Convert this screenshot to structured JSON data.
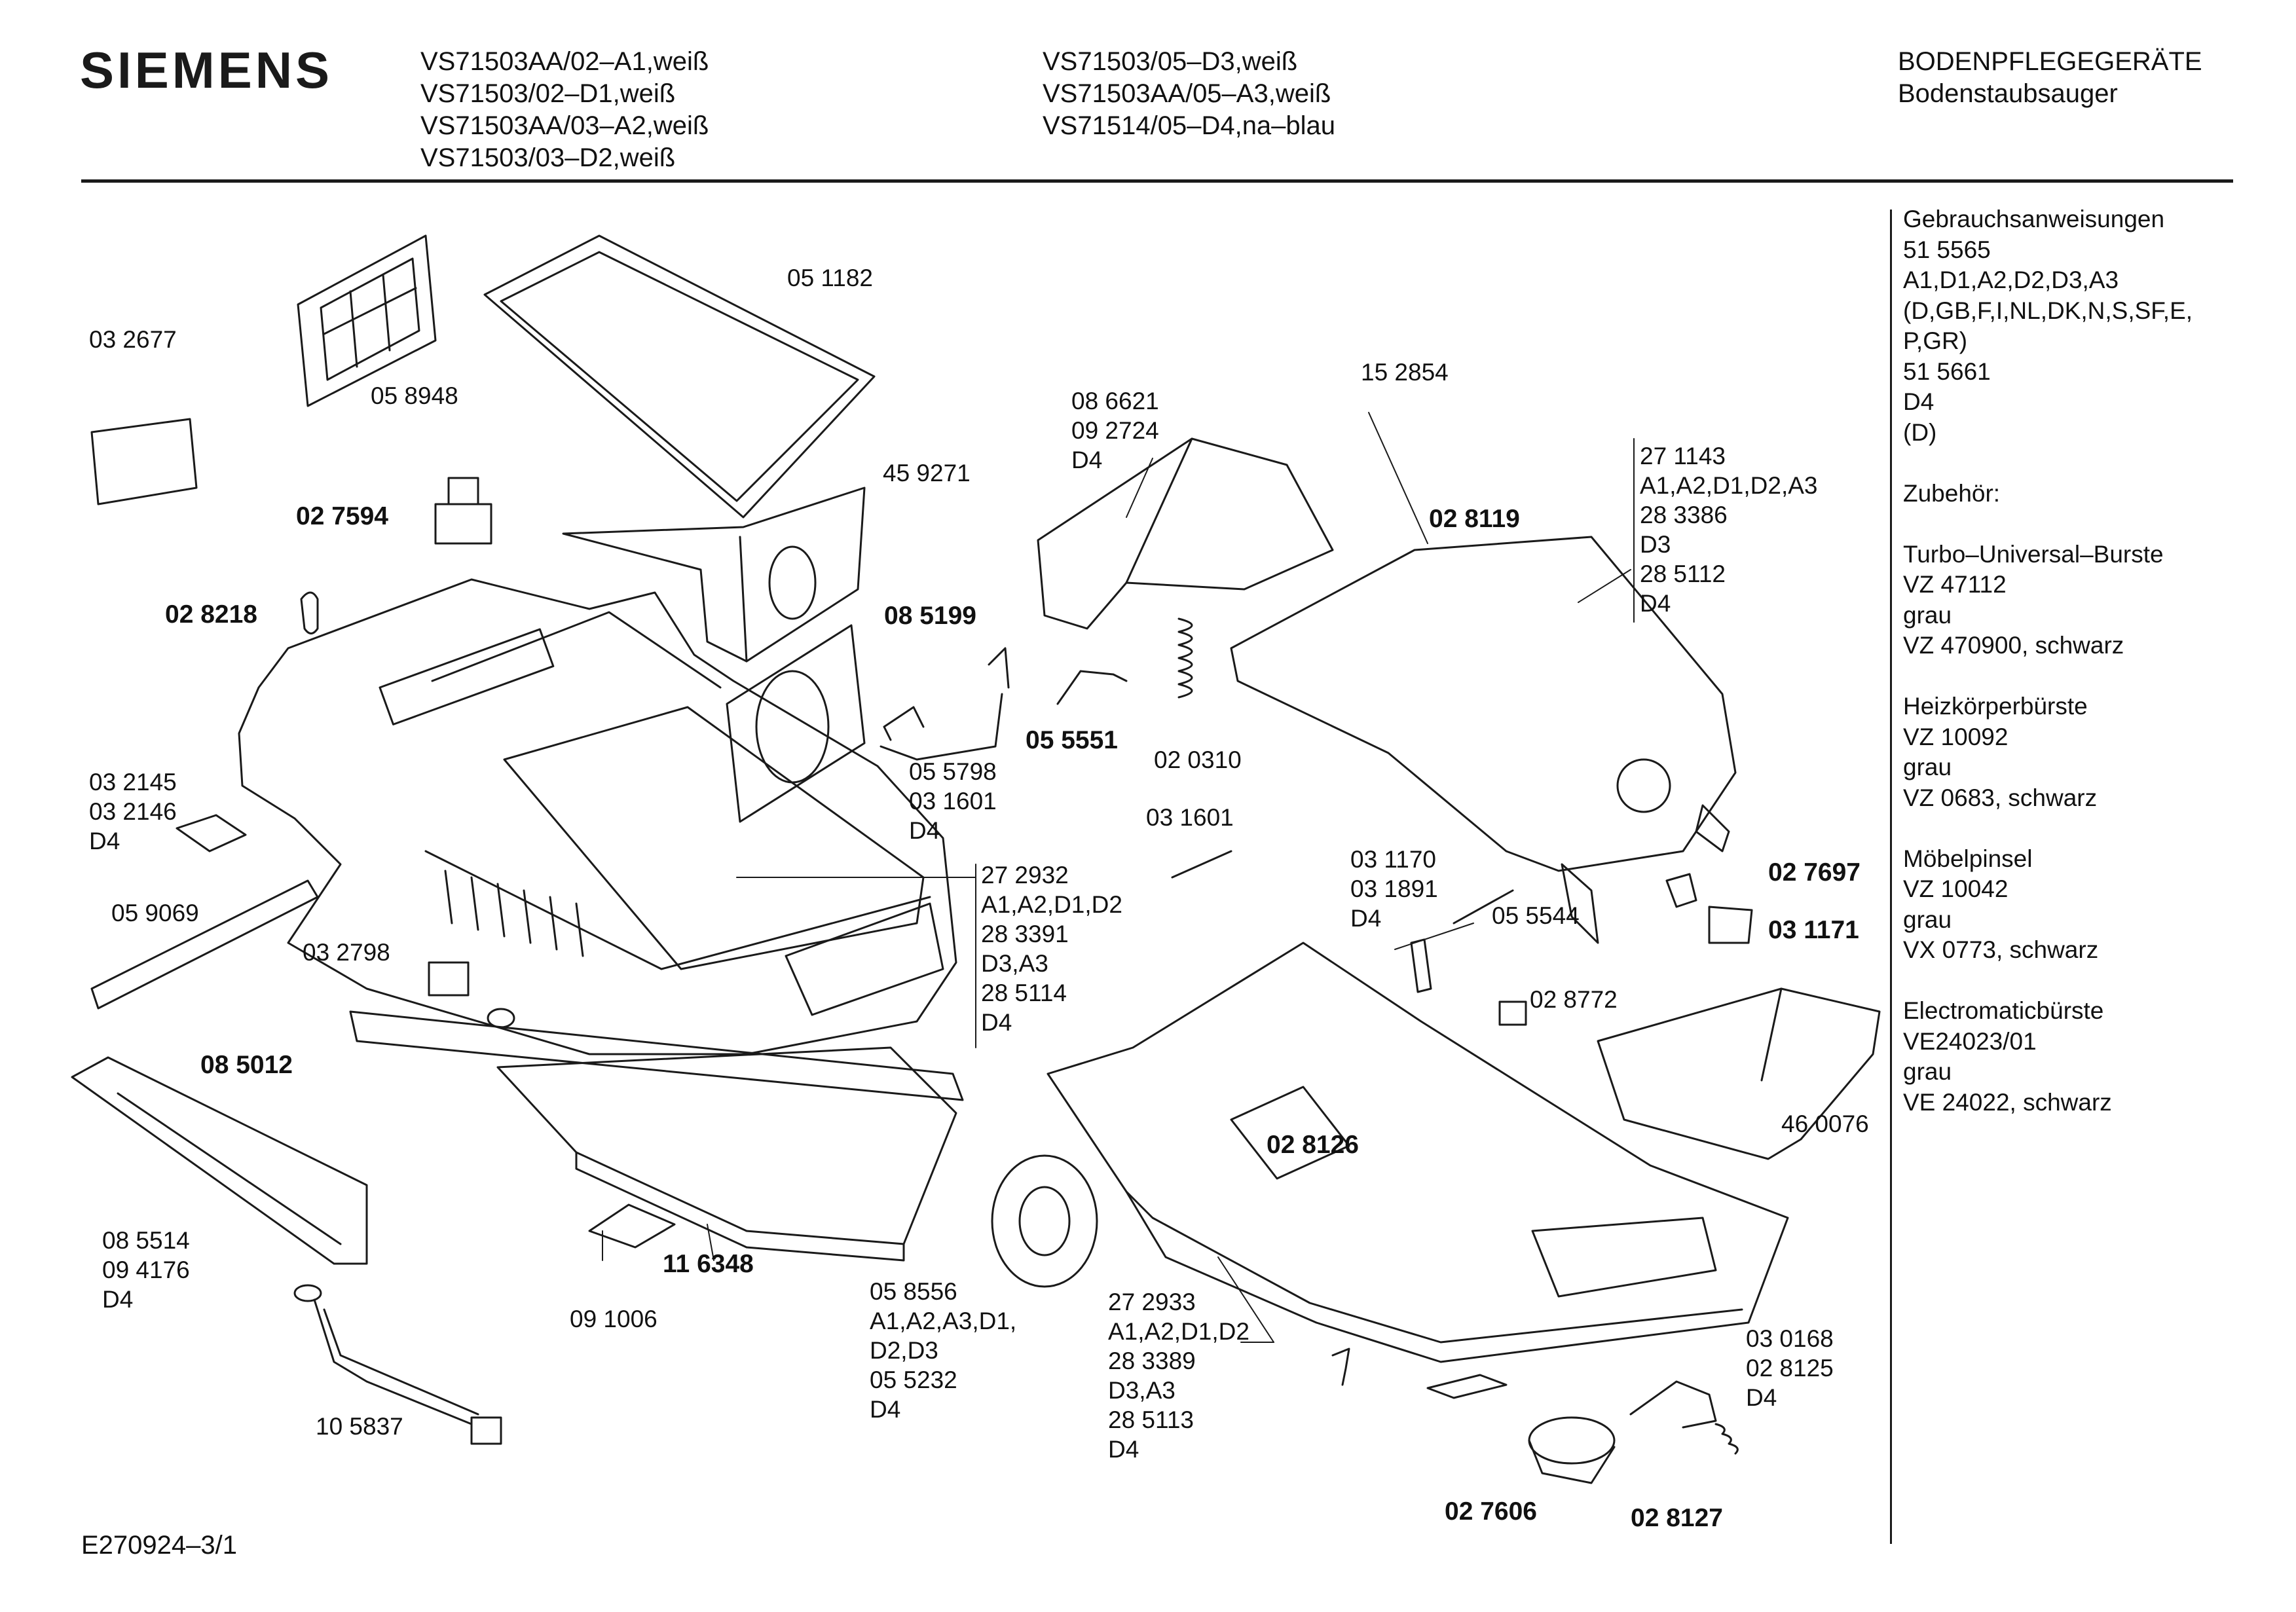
{
  "brand": "SIEMENS",
  "models_col1": [
    "VS71503AA/02–A1,weiß",
    "VS71503/02–D1,weiß",
    "VS71503AA/03–A2,weiß",
    "VS71503/03–D2,weiß"
  ],
  "models_col2": [
    "VS71503/05–D3,weiß",
    "VS71503AA/05–A3,weiß",
    "VS71514/05–D4,na–blau"
  ],
  "category": [
    "BODENPFLEGEGERÄTE",
    "Bodenstaubsauger"
  ],
  "sidebar": [
    "Gebrauchsanweisungen",
    "51 5565",
    "A1,D1,A2,D2,D3,A3",
    "(D,GB,F,I,NL,DK,N,S,SF,E,",
    "P,GR)",
    "51 5661",
    "D4",
    "(D)",
    "",
    "Zubehör:",
    "",
    "Turbo–Universal–Burste",
    "VZ 47112",
    "grau",
    "VZ 470900, schwarz",
    "",
    "Heizkörperbürste",
    "VZ 10092",
    "grau",
    "VZ 0683, schwarz",
    "",
    "Möbelpinsel",
    "VZ 10042",
    "grau",
    "VX 0773, schwarz",
    "",
    "Electromaticbürste",
    "VE24023/01",
    "grau",
    "VE 24022, schwarz"
  ],
  "labels": {
    "p032677": [
      "03 2677"
    ],
    "p058948": [
      "05 8948"
    ],
    "p051182": [
      "05 1182"
    ],
    "p459271": [
      "45 9271"
    ],
    "p027594": [
      "02 7594"
    ],
    "p028218": [
      "02 8218"
    ],
    "p032145": [
      "03 2145",
      "03 2146",
      "D4"
    ],
    "p059069": [
      "05 9069"
    ],
    "p032798": [
      "03 2798"
    ],
    "p085012": [
      "08 5012"
    ],
    "p085514": [
      "08 5514",
      "09 4176",
      "D4"
    ],
    "p105837": [
      "10 5837"
    ],
    "p091006": [
      "09 1006"
    ],
    "p116348": [
      "11 6348"
    ],
    "p085199": [
      "08 5199"
    ],
    "p055798": [
      "05 5798",
      "03 1601",
      "D4"
    ],
    "p055551": [
      "05 5551"
    ],
    "p020310": [
      "02 0310"
    ],
    "p031601": [
      "03 1601"
    ],
    "p272932": [
      "27 2932",
      "A1,A2,D1,D2",
      "28 3391",
      "D3,A3",
      "28 5114",
      "D4"
    ],
    "p058556": [
      "05 8556",
      "A1,A2,A3,D1,",
      "D2,D3",
      "05 5232",
      "D4"
    ],
    "p272933": [
      "27 2933",
      "A1,A2,D1,D2",
      "28 3389",
      "D3,A3",
      "28 5113",
      "D4"
    ],
    "p086621": [
      "08 6621",
      "09 2724",
      "D4"
    ],
    "p152854": [
      "15 2854"
    ],
    "p028119": [
      "02 8119"
    ],
    "p271143": [
      "27 1143",
      "A1,A2,D1,D2,A3",
      "28 3386",
      "D3",
      "28 5112",
      "D4"
    ],
    "p031170": [
      "03 1170",
      "03 1891",
      "D4"
    ],
    "p055544": [
      "05 5544"
    ],
    "p028772": [
      "02 8772"
    ],
    "p027697": [
      "02 7697"
    ],
    "p031171": [
      "03 1171"
    ],
    "p460076": [
      "46 0076"
    ],
    "p028126": [
      "02 8126"
    ],
    "p030168": [
      "03 0168",
      "02 8125",
      "D4"
    ],
    "p027606": [
      "02 7606"
    ],
    "p028127": [
      "02 8127"
    ]
  },
  "footer": "E270924–3/1"
}
